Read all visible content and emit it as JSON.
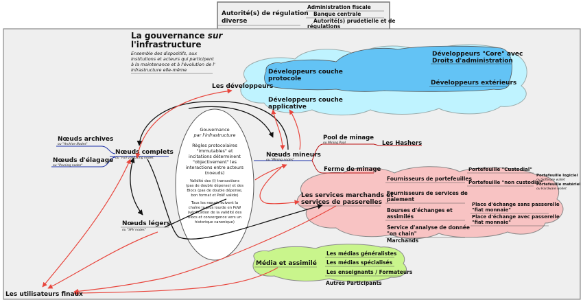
{
  "regulation": {
    "title": [
      "Autorité(s) de régulation",
      "diverse"
    ],
    "items": [
      "Administration fiscale",
      "Banque centrale",
      "Autorité(s) prudetielle et de",
      "régulations"
    ]
  },
  "main": {
    "title_pre": "La gouvernance ",
    "title_em": "sur",
    "title_line2": "l'infrastructure",
    "subtitle": [
      "Ensemble des dispositifs, aux",
      "institutions et acteurs qui participent",
      "à la maintenance et à l'évolution de l'",
      "infrastructure elle-même"
    ]
  },
  "developers": {
    "label": "Les développeurs",
    "core": [
      "Développeurs \"Core\" avec",
      "Droits d'administration"
    ],
    "protocol": [
      "Développeurs couche",
      "protocole"
    ],
    "external": "Développeurs extérieurs",
    "app": [
      "Développeurs couche",
      "applicative"
    ]
  },
  "nodes": {
    "archives": {
      "label": "Nœuds archives",
      "sub": "ou \"Archive Nodes\""
    },
    "pruning": {
      "label": "Nœuds d'élagage",
      "sub": "ou \"Pruning nodes\""
    },
    "full": {
      "label": "Nœuds complets",
      "sub": "ou \"Full validating nodes\""
    },
    "miners": {
      "label": "Nœuds mineurs",
      "sub": "ou \"Mining nodes\""
    },
    "light": {
      "label": "Nœuds légers",
      "sub": "ou \"SPV nodes\""
    }
  },
  "center": {
    "title": [
      "Gouvernance",
      "par l'infrastructure"
    ],
    "rules": [
      "Règles protocolaires",
      "\"immutables\" et",
      "incitations déterminent",
      "\"objectivement\" les",
      "interactions entre acteurs",
      "(noeuds)"
    ],
    "validity": [
      "Validité des (i) transactions",
      "(pas de double dépense) et des",
      "Blocs (pas de double dépense,",
      "bon format et PoW valide)"
    ],
    "chain": [
      "Tous les nœuds suivent la",
      "chaîne la plus lourde en PoW",
      "(vérification de la validité des",
      "blocs et convergence vers un",
      "historique canonique)"
    ]
  },
  "mining": {
    "pool": {
      "label": "Pool de minage",
      "sub": "ou Mining Pool"
    },
    "hashers": "Les Hashers",
    "farm": "Ferme de minage"
  },
  "services": {
    "title": [
      "Les services marchands et",
      "services de passerelles"
    ],
    "wallets": "Fournisseurs de portefeuilles",
    "custodial": "Portefeuille \"Custodial\"",
    "noncustodial": "Portefeuille \"non custodial\"",
    "software": {
      "label": "Portefeuille logiciel",
      "sub": "ou Software wallet"
    },
    "hardware": {
      "label": "Portefeuille matériel",
      "sub": "ou Hardware wallet"
    },
    "payment": [
      "Fournisseurs de services de",
      "paiement"
    ],
    "exchanges": [
      "Bourses d'échanges et",
      "assimilés"
    ],
    "exch_no_fiat": [
      "Place d'échange sans passerelle",
      "\"fiat monnaie\""
    ],
    "exch_fiat": [
      "Place d'échange avec passerelle",
      "\"fiat monnaie\""
    ],
    "analysis": [
      "Service d'analyse de donnée",
      "\"on chain\""
    ],
    "merchants": "Marchands"
  },
  "media": {
    "label": "Média et assimilé",
    "items": [
      "Les médias généralistes",
      "Les médias spécialisés",
      "Les enseignants / Formateurs",
      "Autres Participants"
    ]
  },
  "users": "Les utilisateurs finaux",
  "colors": {
    "red_arrow": "#e8453c",
    "blue_line": "#1a2fa8",
    "dev_fill": "#bff3ff",
    "dev_inner": "#63c3f5",
    "services_fill": "#f8c3c3",
    "media_fill": "#c9f58c",
    "panel_bg": "#efefef"
  }
}
